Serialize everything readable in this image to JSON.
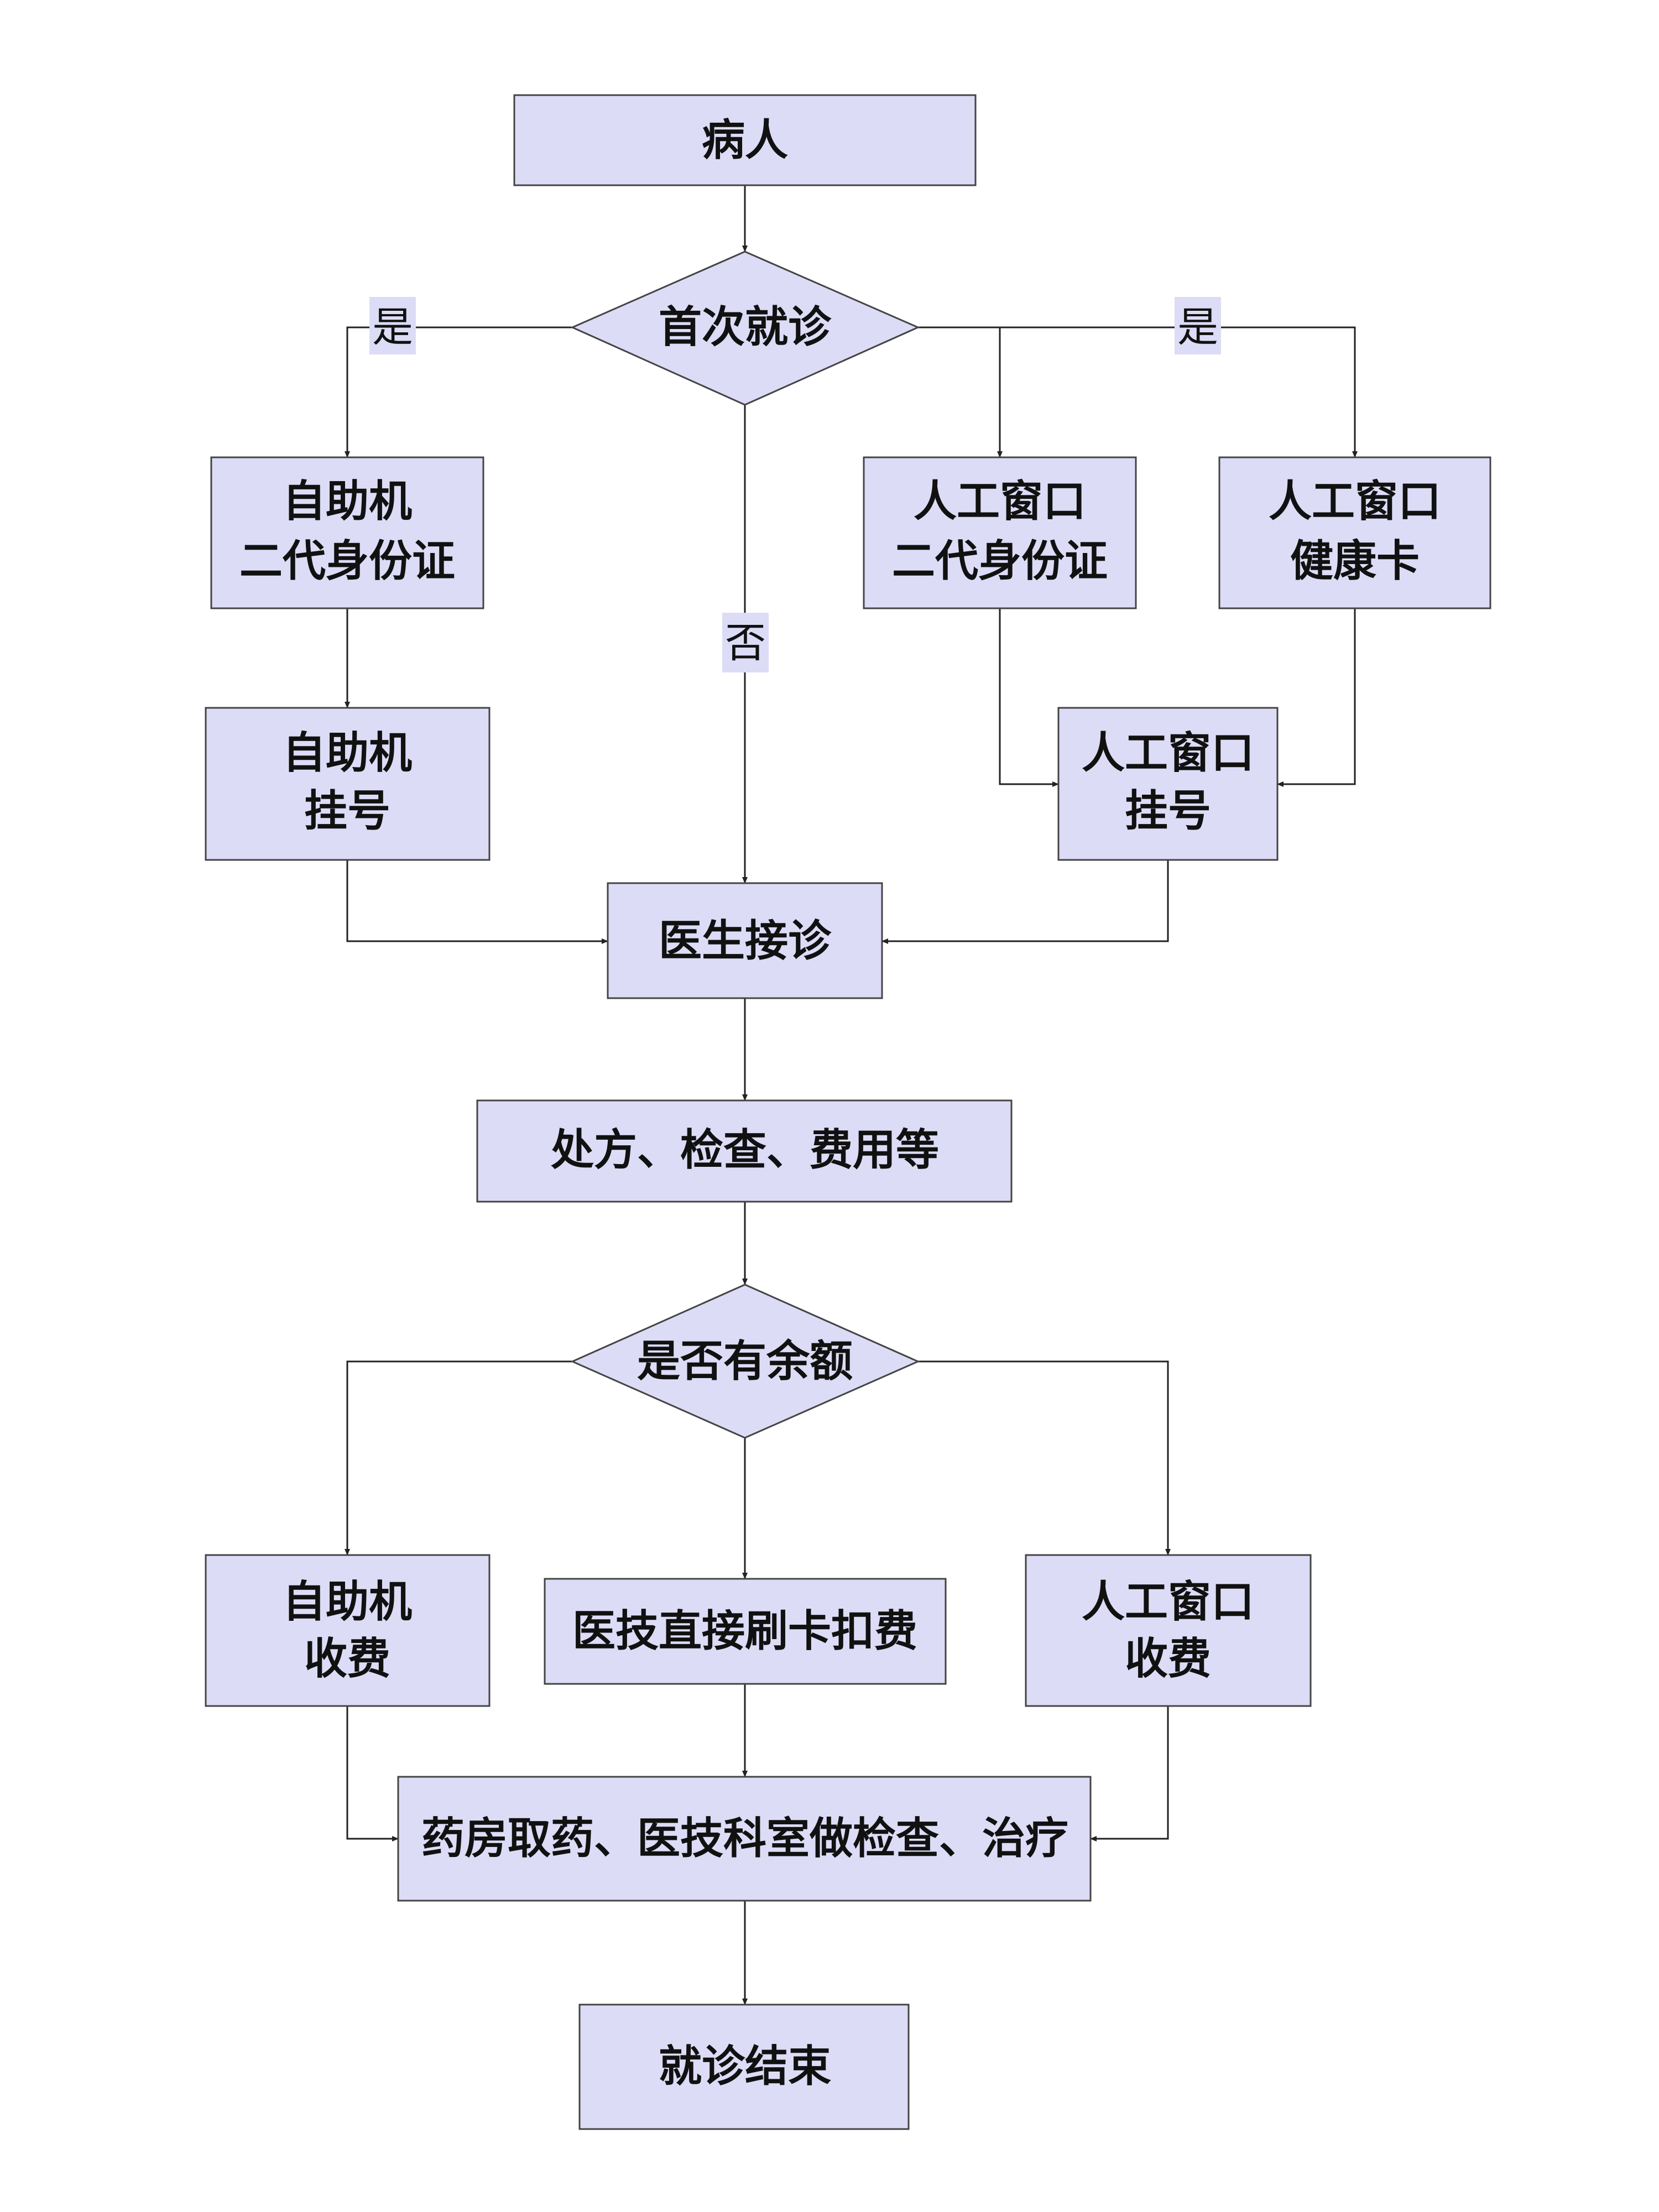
{
  "colors": {
    "node_fill": "#dcdcf7",
    "node_stroke": "#444444",
    "edge": "#222222",
    "label_bg": "#dcdcf7",
    "background": "#ffffff"
  },
  "nodes": {
    "patient": "病人",
    "first_visit": "首次就诊",
    "self_service_id": [
      "自助机",
      "二代身份证"
    ],
    "window_id": [
      "人工窗口",
      "二代身份证"
    ],
    "window_health_card": [
      "人工窗口",
      "健康卡"
    ],
    "self_service_register": [
      "自助机",
      "挂号"
    ],
    "window_register": [
      "人工窗口",
      "挂号"
    ],
    "doctor": "医生接诊",
    "prescription": "处方、检查、费用等",
    "balance_check": "是否有余额",
    "self_service_pay": [
      "自助机",
      "收费"
    ],
    "direct_card_debit": "医技直接刷卡扣费",
    "window_pay": [
      "人工窗口",
      "收费"
    ],
    "pharmacy_exam": "药房取药、医技科室做检查、治疗",
    "end": "就诊结束"
  },
  "edge_labels": {
    "yes_left": "是",
    "yes_right": "是",
    "no_center": "否"
  }
}
